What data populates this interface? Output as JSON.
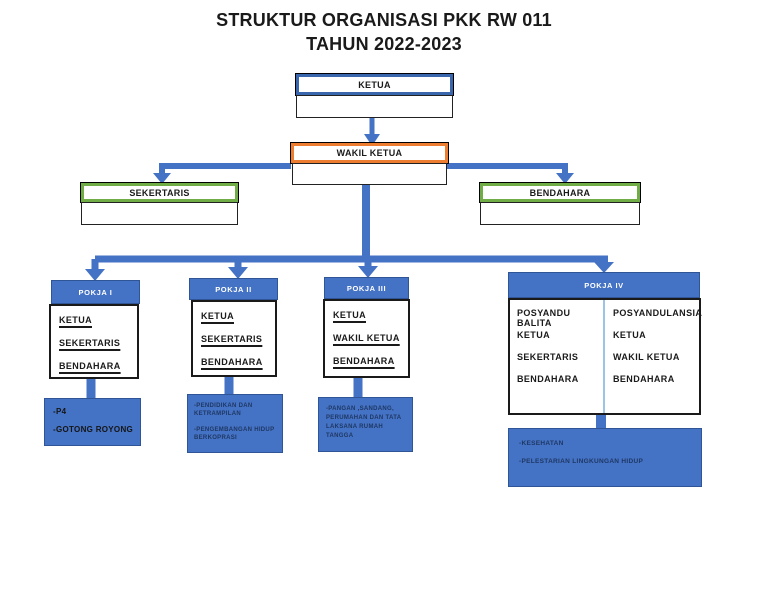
{
  "title": {
    "line1": "STRUKTUR ORGANISASI PKK RW 011",
    "line2": "TAHUN 2022-2023"
  },
  "colors": {
    "accent_blue": "#4472C4",
    "border_blue": "#3A66AD",
    "border_orange": "#ED7D31",
    "border_green": "#70AD47",
    "program_text": "#1F3864"
  },
  "nodes": {
    "ketua": {
      "label": "KETUA"
    },
    "wakil_ketua": {
      "label": "WAKIL KETUA"
    },
    "sekertaris": {
      "label": "SEKERTARIS"
    },
    "bendahara": {
      "label": "BENDAHARA"
    },
    "pokja1": {
      "label": "POKJA I",
      "members": [
        "KETUA",
        "SEKERTARIS",
        "BENDAHARA"
      ],
      "programs": [
        "-P4",
        "-GOTONG ROYONG"
      ]
    },
    "pokja2": {
      "label": "POKJA II",
      "members": [
        "KETUA",
        "SEKERTARIS",
        "BENDAHARA"
      ],
      "programs": [
        "-PENDIDIKAN DAN KETRAMPILAN",
        "-PENGEMBANGAN HIDUP BERKOPRASI"
      ]
    },
    "pokja3": {
      "label": "POKJA III",
      "members": [
        "KETUA",
        "WAKIL KETUA",
        "BENDAHARA"
      ],
      "programs": [
        "-PANGAN ,SANDANG, PERUMAHAN DAN TATA LAKSANA RUMAH TANGGA"
      ]
    },
    "pokja4": {
      "label": "POKJA IV",
      "left_column": [
        "POSYANDU BALITA",
        "KETUA",
        "SEKERTARIS",
        "BENDAHARA"
      ],
      "right_column": [
        "POSYANDULANSIA",
        "KETUA",
        "WAKIL KETUA",
        "BENDAHARA"
      ],
      "programs": [
        "-KESEHATAN",
        "-PELESTARIAN LINGKUNGAN HIDUP"
      ]
    }
  }
}
